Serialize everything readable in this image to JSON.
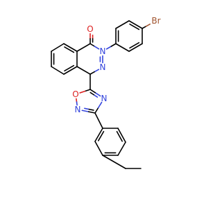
{
  "atom_labels": {
    "carbonyl_o": "O",
    "bromine": "Br",
    "n_2": "N",
    "n_3": "N",
    "ox_o": "O",
    "ox_n4": "N",
    "ox_n2": "N"
  },
  "colors": {
    "bond": "#000000",
    "nitrogen": "#3344dd",
    "oxygen": "#dd2222",
    "bromine": "#a0522d"
  }
}
